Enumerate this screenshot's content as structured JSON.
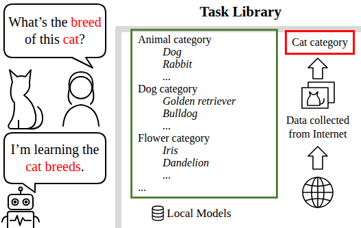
{
  "diagram": {
    "nodes": [
      {
        "text": [
          "What’s the breed of this cat?"
        ]
      },
      {
        "text": [
          "I’m learning the cat breeds."
        ]
      },
      {
        "text": [
          "Task Library",
          "Local Models"
        ]
      },
      {
        "text": [
          "Animal category",
          "Dog",
          "Rabbit",
          "...",
          "Dog category",
          "Golden retriever",
          "Bulldog",
          "...",
          "Flower category",
          "Iris",
          "Dandelion",
          "...",
          "..."
        ],
        "in": 2
      },
      {
        "text": [
          "Cat category"
        ],
        "in": 2
      }
    ],
    "labels": [
      "Data collected from Internet"
    ]
  }
}
